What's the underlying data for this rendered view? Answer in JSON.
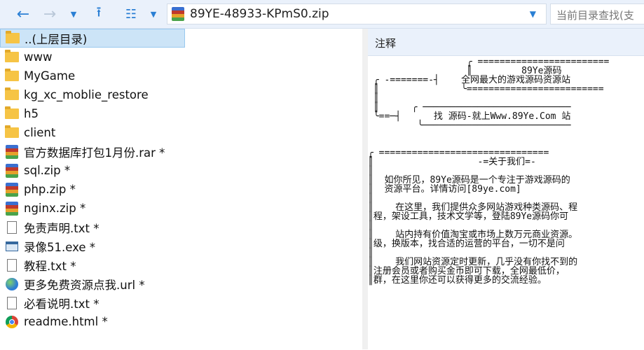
{
  "toolbar": {
    "back_icon": "arrow-left-icon",
    "forward_icon": "arrow-right-icon",
    "history_icon": "chevron-down-icon",
    "up_icon": "up-folder-icon",
    "view_icon": "view-list-icon",
    "view_dropdown_icon": "chevron-down-icon",
    "address": "89YE-48933-KPmS0.zip",
    "search_placeholder": "当前目录查找(支"
  },
  "files": [
    {
      "name": "..(上层目录)",
      "type": "folder",
      "selected": true
    },
    {
      "name": "www",
      "type": "folder"
    },
    {
      "name": "MyGame",
      "type": "folder"
    },
    {
      "name": "kg_xc_moblie_restore",
      "type": "folder"
    },
    {
      "name": "h5",
      "type": "folder"
    },
    {
      "name": "client",
      "type": "folder"
    },
    {
      "name": "官方数据库打包1月份.rar *",
      "type": "archive"
    },
    {
      "name": "sql.zip *",
      "type": "archive"
    },
    {
      "name": "php.zip *",
      "type": "archive"
    },
    {
      "name": "nginx.zip *",
      "type": "archive"
    },
    {
      "name": "免责声明.txt *",
      "type": "text"
    },
    {
      "name": "录像51.exe *",
      "type": "exe"
    },
    {
      "name": "教程.txt *",
      "type": "text"
    },
    {
      "name": "更多免费资源点我.url *",
      "type": "url"
    },
    {
      "name": "必看说明.txt *",
      "type": "text"
    },
    {
      "name": "readme.html *",
      "type": "html"
    }
  ],
  "comment_pane": {
    "title": "注释",
    "lines": [
      "                  ╭ ========================",
      "                  ║         89Ye源码",
      " ╭ -=======-┤    全网最大的游戏源码资源站",
      " ║               ╰=========================",
      " ║",
      " ║      ╭ ───────────────────────────",
      " ╰==─┤      找 源码-就上Www.89Ye.Com 站",
      "         ╰───────────────────────────",
      "",
      "",
      "╭ ===============================",
      "║                   -=关于我们=-",
      "║",
      "║  如你所见，89Ye源码是一个专注于游戏源码的",
      "║  资源平台。详情访问[89ye.com]",
      "║",
      "║    在这里，我们提供众多网站游戏种类源码、程",
      "║程，架设工具，技术文学等，登陆89Ye源码你可",
      "║",
      "║    站内持有价值淘宝或市场上数万元商业资源。",
      "║级，换版本，找合适的运营的平台，一切不是问",
      "║",
      "║    我们网站资源定时更新，几乎没有你找不到的",
      "║注册会员或者购买金币即可下载，全网最低价，",
      "║群，在这里你还可以获得更多的交流经验。"
    ]
  }
}
